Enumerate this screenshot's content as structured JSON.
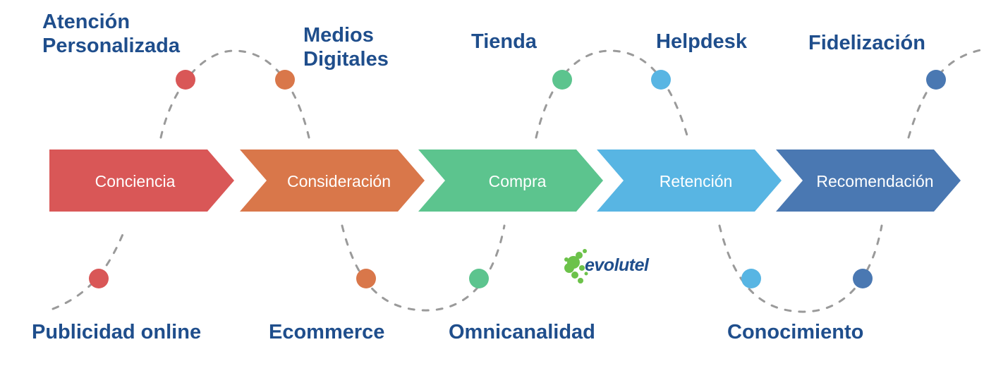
{
  "stages": [
    {
      "label": "Conciencia",
      "color": "#d95757"
    },
    {
      "label": "Consideración",
      "color": "#d9774a"
    },
    {
      "label": "Compra",
      "color": "#5cc48e"
    },
    {
      "label": "Retención",
      "color": "#58b5e3"
    },
    {
      "label": "Recomendación",
      "color": "#4a78b2"
    }
  ],
  "touchpoints": {
    "top": [
      {
        "lines": [
          "Atención",
          "Personalizada"
        ],
        "color": "#d95757"
      },
      {
        "lines": [
          "Medios",
          "Digitales"
        ],
        "color": "#d9774a"
      },
      {
        "lines": [
          "Tienda"
        ],
        "color": "#5cc48e"
      },
      {
        "lines": [
          "Helpdesk"
        ],
        "color": "#58b5e3"
      },
      {
        "lines": [
          "Fidelización"
        ],
        "color": "#4a78b2"
      }
    ],
    "bottom": [
      {
        "lines": [
          "Publicidad online"
        ],
        "color": "#d95757"
      },
      {
        "lines": [
          "Ecommerce"
        ],
        "color": "#d9774a"
      },
      {
        "lines": [
          "Omnicanalidad"
        ],
        "color": "#5cc48e"
      },
      {
        "lines": [
          "Conocimiento"
        ],
        "color": "#58b5e3"
      }
    ],
    "bottom_extra_dot_color": "#4a78b2"
  },
  "logo": {
    "text": "evolutel",
    "color": "#6cc24a"
  },
  "colors": {
    "label_text": "#1f4e8c",
    "dashed_path": "#9a9a9a",
    "stage_text": "#ffffff"
  }
}
